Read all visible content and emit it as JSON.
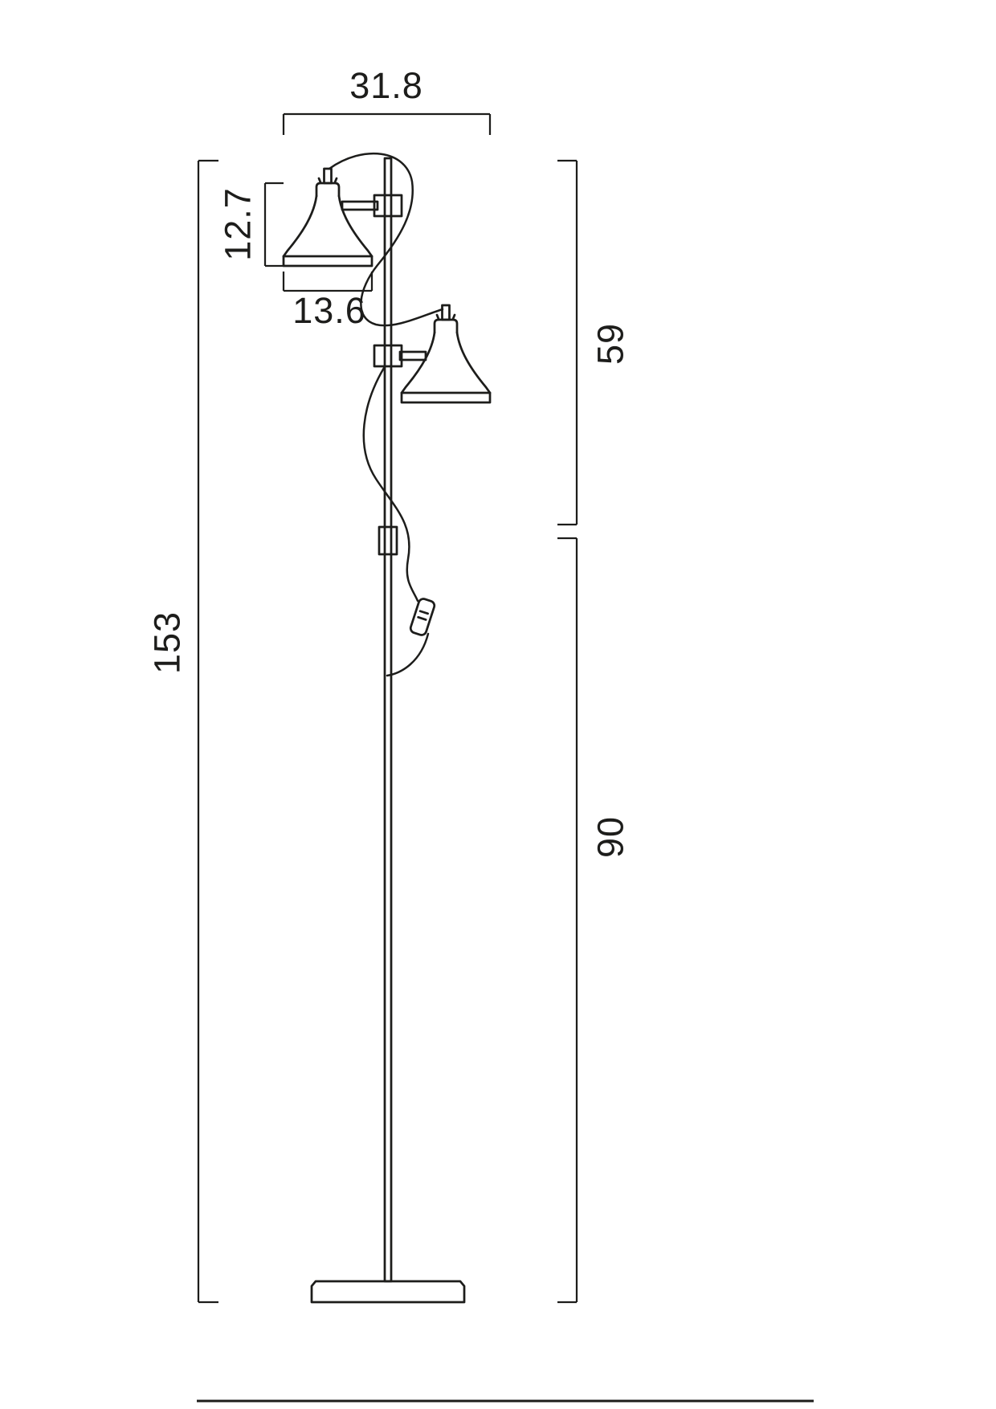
{
  "drawing": {
    "figure": "floor-lamp-two-shade-dimension-drawing",
    "line_color": "#1d1d1b",
    "background_color": "#ffffff",
    "labels": {
      "overall_width": "31.8",
      "shade_height": "12.7",
      "shade_width": "13.6",
      "upper_section_height": "59",
      "total_height": "153",
      "lower_section_height": "90"
    }
  }
}
